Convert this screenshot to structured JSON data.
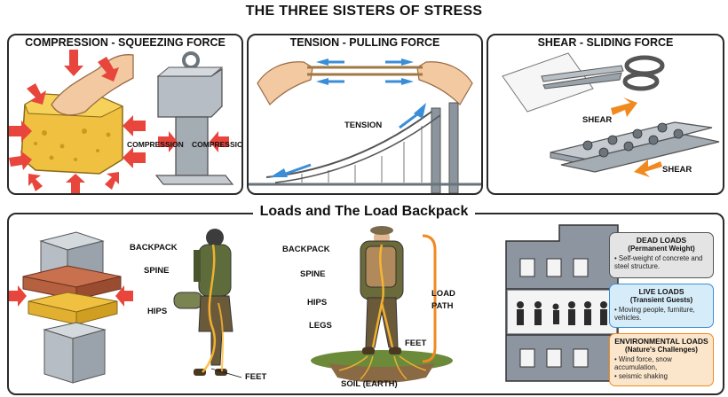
{
  "title": "THE THREE SISTERS OF STRESS",
  "panels": {
    "compression": {
      "title": "COMPRESSION - SQUEEZING FORCE",
      "left_label": "COMPRESSION",
      "right_label": "COMPRESSION"
    },
    "tension": {
      "title": "TENSION - PULLING FORCE",
      "label": "TENSION"
    },
    "shear": {
      "title": "SHEAR - SLIDING FORCE",
      "label_top": "SHEAR",
      "label_bottom": "SHEAR"
    }
  },
  "loads": {
    "title": "Loads and The Load Backpack",
    "hiker1": {
      "backpack": "BACKPACK",
      "spine": "SPINE",
      "hips": "HIPS",
      "feet": "FEET"
    },
    "hiker2": {
      "backpack": "BACKPACK",
      "spine": "SPINE",
      "hips": "HIPS",
      "legs": "LEGS",
      "feet": "FEET",
      "soil": "SOIL (EARTH)",
      "load_path_1": "LOAD",
      "load_path_2": "PATH"
    },
    "dead": {
      "title": "DEAD LOADS",
      "subtitle": "(Permanent Weight)",
      "desc": "• Self-weight of concrete and steel structure."
    },
    "live": {
      "title": "LIVE LOADS",
      "subtitle": "(Transient Guests)",
      "desc": "• Moving people, furniture, vehicles."
    },
    "env": {
      "title": "ENVIRONMENTAL LOADS",
      "subtitle": "(Nature's Challenges)",
      "desc1": "• Wind force, snow accumulation,",
      "desc2": "• seismic shaking"
    }
  },
  "colors": {
    "sponge": "#f0c040",
    "arrow_red": "#e8453c",
    "arrow_blue": "#3a8ed8",
    "arrow_orange": "#f08a20",
    "steel": "#9aa3ab",
    "dead_bg": "#e4e4e4",
    "live_bg": "#d6ecf8",
    "env_bg": "#fbe6cc",
    "glow": "#ffb830"
  }
}
